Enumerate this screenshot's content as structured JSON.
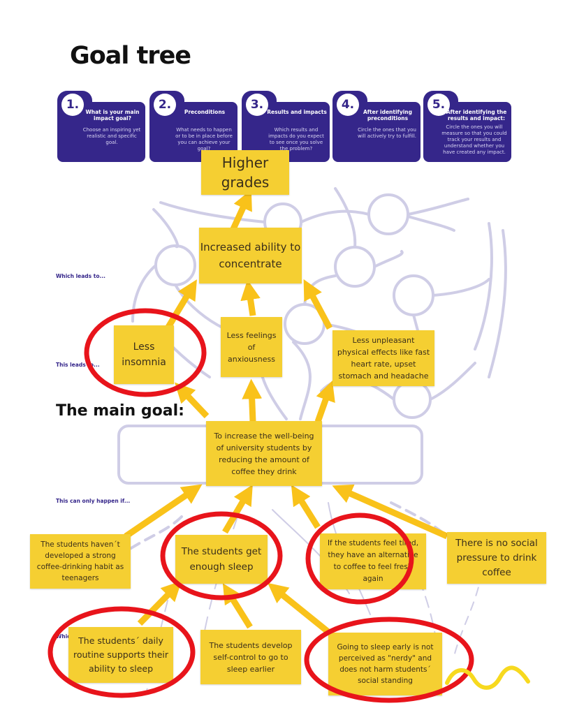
{
  "title": "Goal tree",
  "steps": [
    {
      "number": "1.",
      "heading": "What is your main impact goal?",
      "description": "Choose an inspiring yet realistic and specific goal."
    },
    {
      "number": "2.",
      "heading": "Preconditions",
      "description": "What needs to happen or to be in place before you can achieve your goal?"
    },
    {
      "number": "3.",
      "heading": "Results and impacts",
      "description": "Which results and impacts do you expect to see once you solve the problem?"
    },
    {
      "number": "4.",
      "heading": "After identifying preconditions",
      "description": "Circle the ones that you will actively try to fulfill."
    },
    {
      "number": "5.",
      "heading": "After identifying the results and impact:",
      "description": "Circle the ones you will measure so that you could track your results and understand whether you have created any impact."
    }
  ],
  "side_labels": {
    "which_leads_to": "Which leads to...",
    "this_leads_to": "This leads to...",
    "main_goal": "The main goal:",
    "only_if": "This can only happen if...",
    "which": "Which..."
  },
  "notes": {
    "higher_grades": "Higher grades",
    "concentrate": "Increased ability to concentrate",
    "insomnia": "Less insomnia",
    "anxiousness": "Less feelings of anxiousness",
    "physical": "Less unpleasant physical effects like fast heart rate, upset stomach and headache",
    "main_goal": "To increase the well-being of university students by reducing the amount of coffee they drink",
    "habit": "The students haven´t developed a strong coffee-drinking habit as teenagers",
    "sleep": "The students get enough sleep",
    "alternative": "If the students feel tired, they have an alternative to coffee to feel fresh again",
    "social_pressure": "There is no social pressure to drink coffee",
    "routine": "The students´ daily routine supports their ability to sleep",
    "self_control": "The students develop self-control to go to sleep earlier",
    "nerdy": "Going to sleep early is not perceived as \"nerdy\" and does not harm students´ social standing"
  },
  "circled_notes": [
    "insomnia",
    "sleep",
    "alternative",
    "routine",
    "nerdy"
  ],
  "colors": {
    "step_bg": "#35268a",
    "sticky": "#f5cf32",
    "arrow": "#f9c21a",
    "circle": "#e8141b",
    "branch": "#cfcde6",
    "squiggle": "#f7d91f"
  }
}
